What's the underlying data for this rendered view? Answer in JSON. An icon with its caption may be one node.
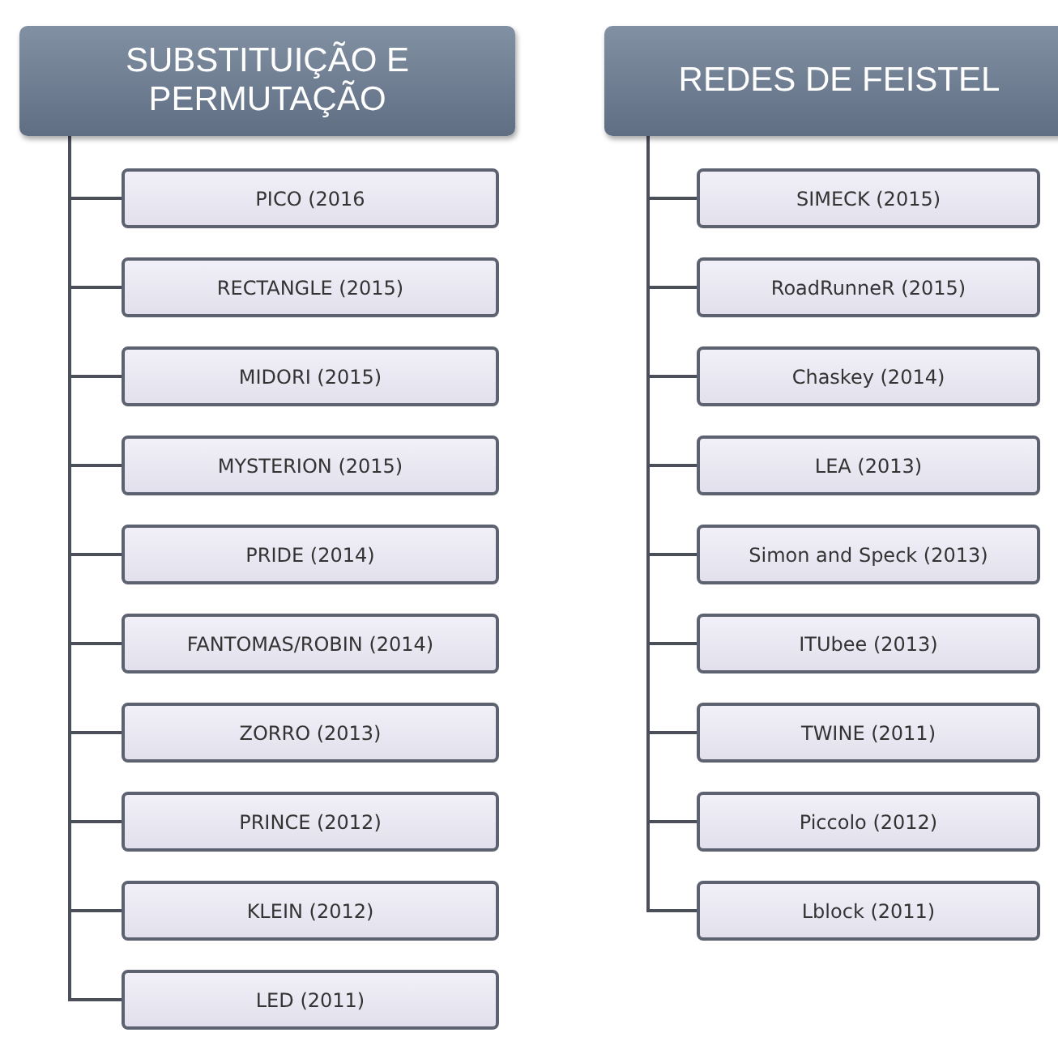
{
  "diagram": {
    "nodes": [
      {
        "text": [
          "SUBSTITUIÇÃO E PERMUTAÇÃO"
        ]
      },
      {
        "text": [
          "PICO (2016"
        ]
      },
      {
        "text": [
          "RECTANGLE (2015)"
        ]
      },
      {
        "text": [
          "MIDORI (2015)"
        ]
      },
      {
        "text": [
          "MYSTERION (2015)"
        ]
      },
      {
        "text": [
          "PRIDE (2014)"
        ]
      },
      {
        "text": [
          "FANTOMAS/ROBIN (2014)"
        ]
      },
      {
        "text": [
          "ZORRO (2013)"
        ]
      },
      {
        "text": [
          "PRINCE (2012)"
        ]
      },
      {
        "text": [
          "KLEIN (2012)"
        ]
      },
      {
        "text": [
          "LED (2011)"
        ]
      },
      {
        "text": [
          "REDES DE FEISTEL"
        ]
      },
      {
        "text": [
          "SIMECK (2015)"
        ]
      },
      {
        "text": [
          "RoadRunneR (2015)"
        ]
      },
      {
        "text": [
          "Chaskey (2014)"
        ]
      },
      {
        "text": [
          "LEA (2013)"
        ]
      },
      {
        "text": [
          "Simon and Speck (2013)"
        ]
      },
      {
        "text": [
          "ITUbee (2013)"
        ]
      },
      {
        "text": [
          "TWINE (2011)"
        ]
      },
      {
        "text": [
          "Piccolo (2012)"
        ]
      },
      {
        "text": [
          "Lblock (2011)"
        ]
      }
    ],
    "edges": [
      {
        "from": 0,
        "to": 1,
        "arrow": "none"
      },
      {
        "from": 0,
        "to": 2,
        "arrow": "none"
      },
      {
        "from": 0,
        "to": 3,
        "arrow": "none"
      },
      {
        "from": 0,
        "to": 4,
        "arrow": "none"
      },
      {
        "from": 0,
        "to": 5,
        "arrow": "none"
      },
      {
        "from": 0,
        "to": 6,
        "arrow": "none"
      },
      {
        "from": 0,
        "to": 7,
        "arrow": "none"
      },
      {
        "from": 0,
        "to": 8,
        "arrow": "none"
      },
      {
        "from": 0,
        "to": 9,
        "arrow": "none"
      },
      {
        "from": 0,
        "to": 10,
        "arrow": "none"
      },
      {
        "from": 11,
        "to": 12,
        "arrow": "none"
      },
      {
        "from": 11,
        "to": 13,
        "arrow": "none"
      },
      {
        "from": 11,
        "to": 14,
        "arrow": "none"
      },
      {
        "from": 11,
        "to": 15,
        "arrow": "none"
      },
      {
        "from": 11,
        "to": 16,
        "arrow": "none"
      },
      {
        "from": 11,
        "to": 17,
        "arrow": "none"
      },
      {
        "from": 11,
        "to": 18,
        "arrow": "none"
      },
      {
        "from": 11,
        "to": 19,
        "arrow": "none"
      },
      {
        "from": 11,
        "to": 20,
        "arrow": "none"
      }
    ]
  }
}
